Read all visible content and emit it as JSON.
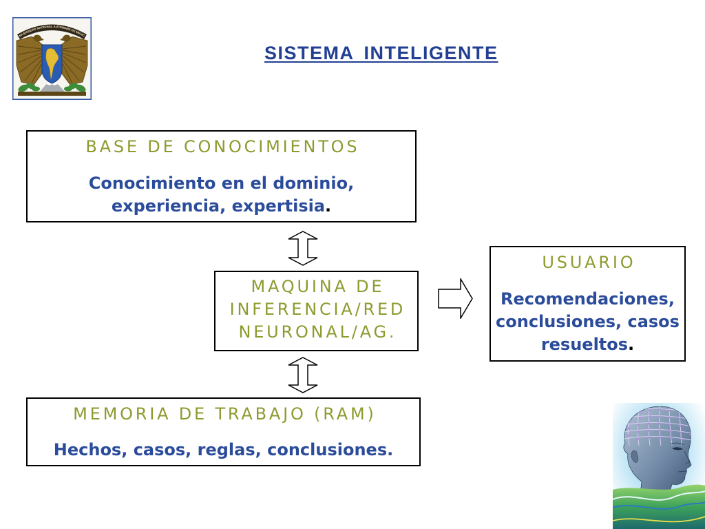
{
  "slide": {
    "title": "SISTEMA INTELIGENTE"
  },
  "logo": {
    "icon": "unam-crest-icon",
    "ribbon_text": "UNIVERSIDAD NACIONAL AUTONOMA DE MEXICO"
  },
  "knowledge_base": {
    "heading": "BASE DE CONOCIMIENTOS",
    "lines": [
      "Conocimiento en el dominio,",
      "experiencia, expertisia"
    ],
    "end": "."
  },
  "inference_engine": {
    "lines": [
      "MAQUINA DE",
      "INFERENCIA/RED",
      "NEURONAL/AG."
    ]
  },
  "user": {
    "heading": "USUARIO",
    "lines": [
      "Recomendaciones,",
      "conclusiones, casos",
      "resueltos"
    ],
    "end": "."
  },
  "working_memory": {
    "heading": "MEMORIA DE TRABAJO (RAM)",
    "lines": [
      "Hechos, casos, reglas, conclusiones."
    ]
  },
  "connectors": {
    "knowledge_to_inference": {
      "icon": "double-vertical-arrow-icon"
    },
    "inference_to_user": {
      "icon": "right-arrow-icon"
    },
    "inference_to_memory": {
      "icon": "double-vertical-arrow-icon"
    }
  },
  "illustration": {
    "icon": "neural-network-head-icon"
  },
  "colors": {
    "title": "#223f94",
    "heading": "#8e9a2e",
    "body": "#2b4c9b",
    "border": "#000000",
    "punctuation": "#000000"
  }
}
